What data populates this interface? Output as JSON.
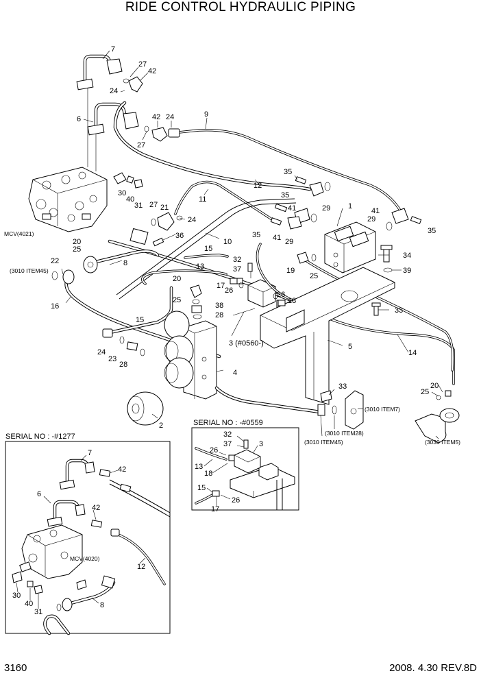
{
  "title": "RIDE CONTROL HYDRAULIC PIPING",
  "page_number": "3160",
  "date_rev": "2008. 4.30  REV.8D",
  "insets": {
    "left_serial": "SERIAL NO : -#1277",
    "right_serial": "SERIAL NO : -#0559"
  },
  "refs": {
    "mcv_main": "MCV(4021)",
    "mcv_inset": "MCV(4020)",
    "ref_3010_45_left": "(3010 ITEM45)",
    "ref_3010_7": "(3010 ITEM7)",
    "ref_3010_28": "(3010 ITEM28)",
    "ref_3010_45_bottom": "(3010 ITEM45)",
    "ref_3030_5": "(3030 ITEM5)",
    "ref_0560": "3 (#0560-)"
  },
  "callouts": [
    {
      "id": "c7",
      "text": "7"
    },
    {
      "id": "c27a",
      "text": "27"
    },
    {
      "id": "c42a",
      "text": "42"
    },
    {
      "id": "c24a",
      "text": "24"
    },
    {
      "id": "c6",
      "text": "6"
    },
    {
      "id": "c42b",
      "text": "42"
    },
    {
      "id": "c24b",
      "text": "24"
    },
    {
      "id": "c9",
      "text": "9"
    },
    {
      "id": "c27b",
      "text": "27"
    },
    {
      "id": "c35a",
      "text": "35"
    },
    {
      "id": "c12",
      "text": "12"
    },
    {
      "id": "c30",
      "text": "30"
    },
    {
      "id": "c40",
      "text": "40"
    },
    {
      "id": "c31",
      "text": "31"
    },
    {
      "id": "c11",
      "text": "11"
    },
    {
      "id": "c27c",
      "text": "27"
    },
    {
      "id": "c21",
      "text": "21"
    },
    {
      "id": "c24c",
      "text": "24"
    },
    {
      "id": "c35b",
      "text": "35"
    },
    {
      "id": "c41a",
      "text": "41"
    },
    {
      "id": "c29a",
      "text": "29"
    },
    {
      "id": "c1",
      "text": "1"
    },
    {
      "id": "c41b",
      "text": "41"
    },
    {
      "id": "c29b",
      "text": "29"
    },
    {
      "id": "c35c",
      "text": "35"
    },
    {
      "id": "c35d",
      "text": "35"
    },
    {
      "id": "c36",
      "text": "36"
    },
    {
      "id": "c10",
      "text": "10"
    },
    {
      "id": "c41c",
      "text": "41"
    },
    {
      "id": "c29c",
      "text": "29"
    },
    {
      "id": "c20a",
      "text": "20"
    },
    {
      "id": "c25a",
      "text": "25"
    },
    {
      "id": "c8",
      "text": "8"
    },
    {
      "id": "c15a",
      "text": "15"
    },
    {
      "id": "c34",
      "text": "34"
    },
    {
      "id": "c22",
      "text": "22"
    },
    {
      "id": "c13",
      "text": "13"
    },
    {
      "id": "c32a",
      "text": "32"
    },
    {
      "id": "c37a",
      "text": "37"
    },
    {
      "id": "c19",
      "text": "19"
    },
    {
      "id": "c25b",
      "text": "25"
    },
    {
      "id": "c39",
      "text": "39"
    },
    {
      "id": "c20b",
      "text": "20"
    },
    {
      "id": "c17a",
      "text": "17"
    },
    {
      "id": "c26a",
      "text": "26"
    },
    {
      "id": "c26b",
      "text": "26"
    },
    {
      "id": "c18a",
      "text": "18"
    },
    {
      "id": "c16",
      "text": "16"
    },
    {
      "id": "c25c",
      "text": "25"
    },
    {
      "id": "c38",
      "text": "38"
    },
    {
      "id": "c28a",
      "text": "28"
    },
    {
      "id": "c33a",
      "text": "33"
    },
    {
      "id": "c15b",
      "text": "15"
    },
    {
      "id": "c5",
      "text": "5"
    },
    {
      "id": "c14",
      "text": "14"
    },
    {
      "id": "c24d",
      "text": "24"
    },
    {
      "id": "c23",
      "text": "23"
    },
    {
      "id": "c28b",
      "text": "28"
    },
    {
      "id": "c4",
      "text": "4"
    },
    {
      "id": "c20c",
      "text": "20"
    },
    {
      "id": "c25d",
      "text": "25"
    },
    {
      "id": "c33b",
      "text": "33"
    },
    {
      "id": "c2",
      "text": "2"
    },
    {
      "id": "i7",
      "text": "7"
    },
    {
      "id": "i42a",
      "text": "42"
    },
    {
      "id": "i6",
      "text": "6"
    },
    {
      "id": "i42b",
      "text": "42"
    },
    {
      "id": "i12",
      "text": "12"
    },
    {
      "id": "i30",
      "text": "30"
    },
    {
      "id": "i40",
      "text": "40"
    },
    {
      "id": "i31",
      "text": "31"
    },
    {
      "id": "i8",
      "text": "8"
    },
    {
      "id": "j32",
      "text": "32"
    },
    {
      "id": "j37",
      "text": "37"
    },
    {
      "id": "j3",
      "text": "3"
    },
    {
      "id": "j26a",
      "text": "26"
    },
    {
      "id": "j13",
      "text": "13"
    },
    {
      "id": "j18",
      "text": "18"
    },
    {
      "id": "j15",
      "text": "15"
    },
    {
      "id": "j17",
      "text": "17"
    },
    {
      "id": "j26b",
      "text": "26"
    }
  ]
}
